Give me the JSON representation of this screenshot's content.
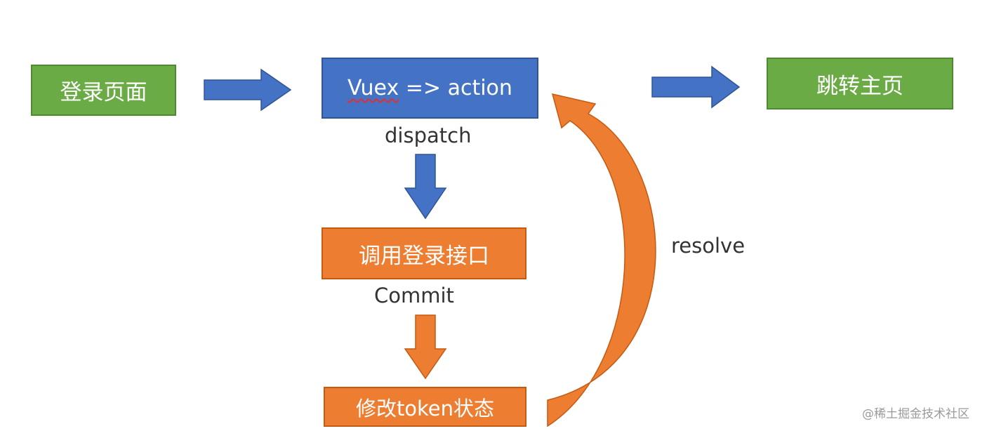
{
  "nodes": {
    "login_page": "登录页面",
    "vuex_prefix": "Vuex",
    "vuex_suffix": " => action",
    "jump_home": "跳转主页",
    "call_login_api": "调用登录接口",
    "modify_token_state": "修改token状态"
  },
  "edge_labels": {
    "dispatch": "dispatch",
    "commit": "Commit",
    "resolve": "resolve"
  },
  "watermark": "@稀土掘金技术社区",
  "colors": {
    "green": "#6aab45",
    "blue": "#4472c4",
    "orange": "#ed7d31"
  }
}
